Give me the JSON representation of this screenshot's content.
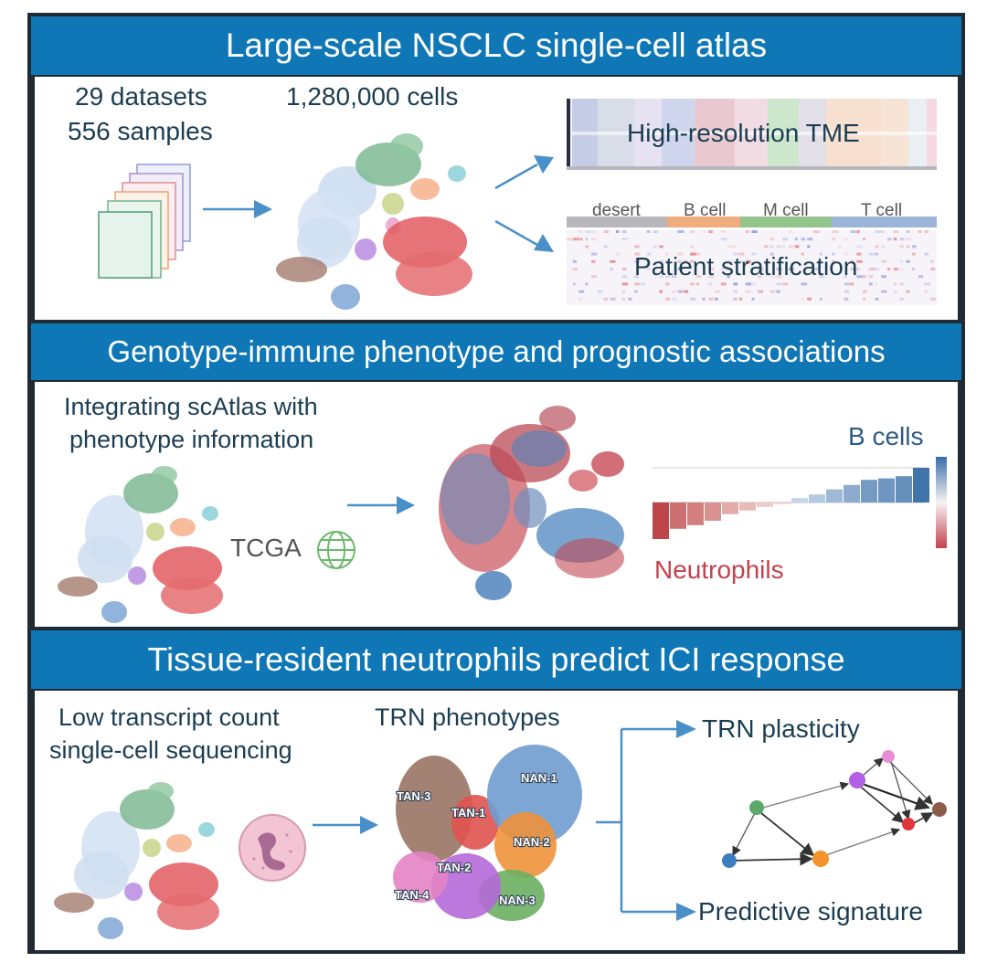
{
  "section1": {
    "title": "Large-scale NSCLC single-cell atlas",
    "datasets": "29 datasets",
    "samples": "556 samples",
    "cells": "1,280,000 cells",
    "tme_label": "High-resolution TME",
    "strat_label": "Patient stratification",
    "strat_groups": [
      "desert",
      "B cell",
      "M cell",
      "T cell"
    ]
  },
  "section2": {
    "title": "Genotype-immune phenotype and prognostic associations",
    "integrating_line1": "Integrating scAtlas with",
    "integrating_line2": "phenotype information",
    "tcga": "TCGA",
    "b_cells": "B cells",
    "neutrophils": "Neutrophils"
  },
  "section3": {
    "title": "Tissue-resident neutrophils predict ICI response",
    "low_line1": "Low transcript count",
    "low_line2": "single-cell sequencing",
    "trn_phenotypes": "TRN phenotypes",
    "clusters": [
      "TAN-3",
      "TAN-1",
      "TAN-2",
      "TAN-4",
      "NAN-1",
      "NAN-2",
      "NAN-3"
    ],
    "trn_plasticity": "TRN plasticity",
    "predictive_signature": "Predictive signature"
  },
  "colors": {
    "banner": "#0f77b6",
    "accent_blue": "#4a90c8",
    "neutrophil_red": "#c2424e",
    "b_cell_blue": "#3a6ea8"
  }
}
